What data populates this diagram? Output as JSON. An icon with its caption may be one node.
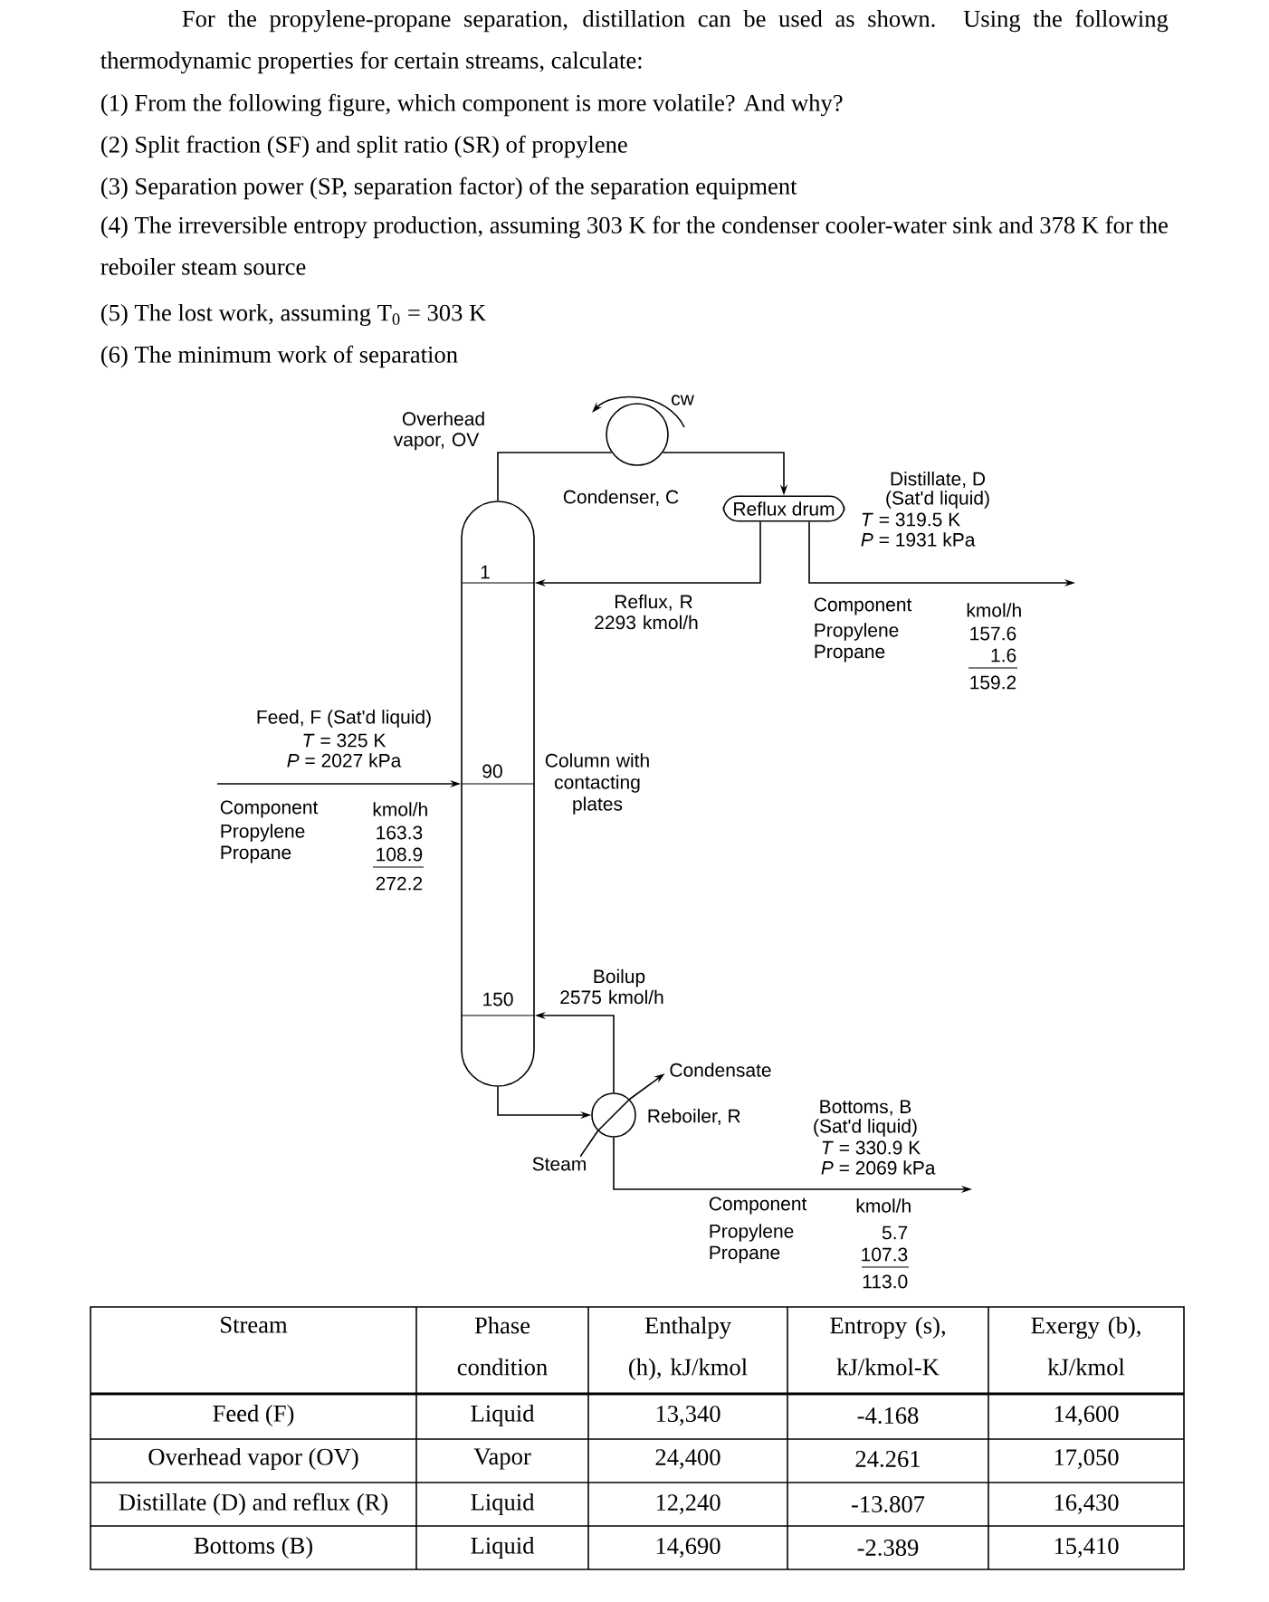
{
  "diagram": {
    "nodes": [
      {
        "text": [],
        "shape": "column",
        "beside": [
          "Column with contacting plates"
        ]
      },
      {
        "text": [],
        "shape": "circle",
        "beside": [
          "Condenser, C"
        ]
      },
      {
        "text": [
          "Reflux drum"
        ]
      },
      {
        "text": [],
        "shape": "circle",
        "beside": [
          "Reboiler, R"
        ]
      },
      {
        "text": [
          "Steam"
        ]
      },
      {
        "text": [
          "Condensate"
        ]
      }
    ],
    "edges": [
      {
        "from": 0,
        "to": 1,
        "arrow": "none",
        "label": "Overhead vapor, OV"
      },
      {
        "from": 1,
        "to": 2,
        "arrow": "to"
      },
      {
        "from": 2,
        "to": 0,
        "arrow": "to",
        "label": "Reflux, R 2293 kmol/h"
      },
      {
        "from": 2,
        "to": null,
        "arrow": "to"
      },
      {
        "from": null,
        "to": 0,
        "arrow": "to"
      },
      {
        "from": 0,
        "to": 3,
        "arrow": "to"
      },
      {
        "from": 3,
        "to": 0,
        "arrow": "to",
        "label": "Boilup 2575 kmol/h"
      },
      {
        "from": 3,
        "to": null,
        "arrow": "to"
      },
      {
        "from": 4,
        "to": 3,
        "arrow": "none"
      },
      {
        "from": 3,
        "to": 5,
        "arrow": "to"
      }
    ],
    "labels": [
      "For the propylene-propane separation, distillation can be used as shown. Using the following thermodynamic properties for certain streams, calculate:",
      "(1) From the following figure, which component is more volatile? And why?",
      "(2) Split fraction (SF) and split ratio (SR) of propylene",
      "(3) Separation power (SP, separation factor) of the separation equipment",
      "(4) The irreversible entropy production, assuming 303 K for the condenser cooler-water sink and 378 K for the reboiler steam source",
      "(5) The lost work, assuming T$_{0}$ = 303 K",
      "(6) The minimum work of separation",
      "cw",
      "Distillate, D",
      "(Sat'd liquid)",
      "*T* = 319.5 K",
      "*P* = 1931 kPa",
      "1",
      "Component",
      "kmol/h",
      "Propylene",
      "157.6",
      "Propane",
      "1.6",
      "159.2",
      "Feed, F (Sat'd liquid)",
      "*T* = 325 K",
      "*P* = 2027 kPa",
      "90",
      "Component",
      "kmol/h",
      "Propylene",
      "163.3",
      "Propane",
      "108.9",
      "272.2",
      "150",
      "Bottoms, B",
      "(Sat'd liquid)",
      "*T* = 330.9 K",
      "*P* = 2069 kPa",
      "Component",
      "kmol/h",
      "Propylene",
      "5.7",
      "Propane",
      "107.3",
      "113.0",
      "Stream",
      "Phase condition",
      "Enthalpy (h), kJ/kmol",
      "Entropy (s), kJ/kmol-K",
      "Exergy (b), kJ/kmol",
      "Feed (F)",
      "Liquid",
      "13,340",
      "-4.168",
      "14,600",
      "Overhead vapor (OV)",
      "Vapor",
      "24,400",
      "24.261",
      "17,050",
      "Distillate (D) and reflux (R)",
      "Liquid",
      "12,240",
      "-13.807",
      "16,430",
      "Bottoms (B)",
      "Liquid",
      "14,690",
      "-2.389",
      "15,410"
    ]
  }
}
